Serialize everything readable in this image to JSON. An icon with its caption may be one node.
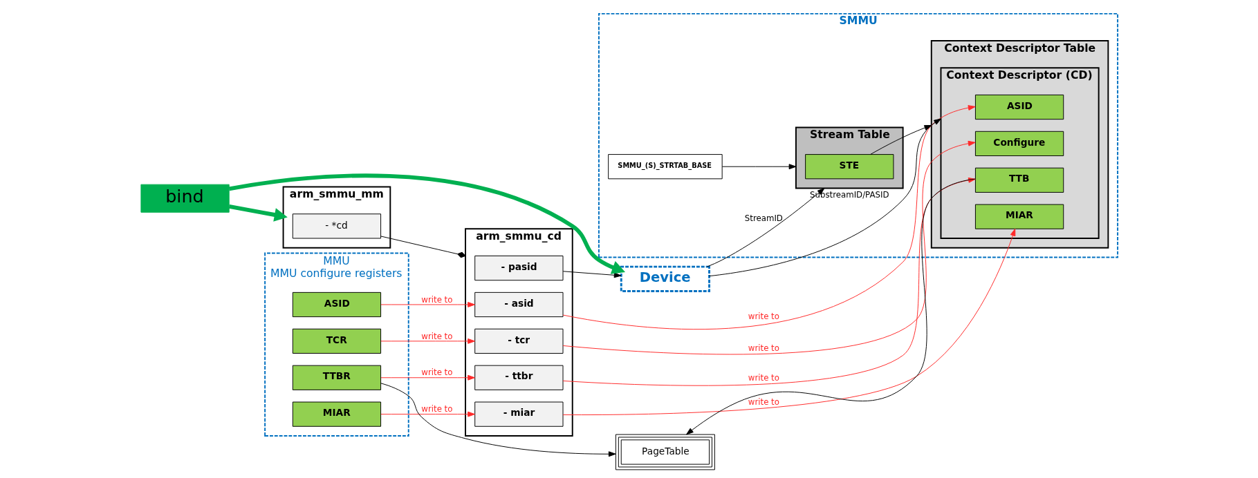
{
  "diagram": {
    "nodes": [
      {
        "text": [
          "arm_smmu_mm"
        ]
      },
      {
        "text": [
          "- *cd"
        ],
        "in": 0
      },
      {
        "text": [
          "arm_smmu_cd"
        ]
      },
      {
        "text": [
          "- pasid"
        ],
        "in": 2
      },
      {
        "text": [
          "- miar"
        ],
        "in": 2
      },
      {
        "text": [
          "- tcr"
        ],
        "in": 2
      },
      {
        "text": [
          "- asid"
        ],
        "in": 2
      },
      {
        "text": [
          "- ttbr"
        ],
        "in": 2
      },
      {
        "text": [
          "Device"
        ]
      },
      {
        "text": [
          "MMU",
          "MMU configure registers"
        ]
      },
      {
        "text": [
          "MIAR"
        ],
        "in": 9
      },
      {
        "text": [
          "TCR"
        ],
        "in": 9
      },
      {
        "text": [
          "ASID"
        ],
        "in": 9
      },
      {
        "text": [
          "TTBR"
        ],
        "in": 9
      },
      {
        "text": [
          "SMMU"
        ]
      },
      {
        "text": [
          "SMMU_(S)_STRTAB_BASE"
        ],
        "in": 14
      },
      {
        "text": [
          "Stream Table"
        ],
        "in": 14
      },
      {
        "text": [
          "STE"
        ],
        "in": 16
      },
      {
        "text": [
          "Context Descriptor Table"
        ],
        "in": 14
      },
      {
        "text": [
          "Context Descriptor (CD)"
        ],
        "in": 18
      },
      {
        "text": [
          "ASID"
        ],
        "in": 19
      },
      {
        "text": [
          "Configure"
        ],
        "in": 19
      },
      {
        "text": [
          "TTB"
        ],
        "in": 19
      },
      {
        "text": [
          "MIAR"
        ],
        "in": 19
      },
      {
        "text": [
          "PageTable"
        ]
      },
      {
        "text": [
          "bind"
        ]
      }
    ],
    "edges": [
      {
        "from": 25,
        "to": 0,
        "arrow": "to",
        "style": "thick",
        "color": "#00b050"
      },
      {
        "from": 25,
        "to": 8,
        "arrow": "to",
        "style": "thick",
        "color": "#00b050"
      },
      {
        "from": 1,
        "to": 2,
        "arrow": "other"
      },
      {
        "from": 3,
        "to": 8,
        "arrow": "to"
      },
      {
        "from": 10,
        "to": 4,
        "arrow": "to",
        "label": "write to",
        "color": "#ff2a2a"
      },
      {
        "from": 11,
        "to": 5,
        "arrow": "to",
        "label": "write to",
        "color": "#ff2a2a"
      },
      {
        "from": 12,
        "to": 6,
        "arrow": "to",
        "label": "write to",
        "color": "#ff2a2a"
      },
      {
        "from": 13,
        "to": 7,
        "arrow": "to",
        "label": "write to",
        "color": "#ff2a2a"
      },
      {
        "from": 4,
        "to": 23,
        "arrow": "to",
        "label": "write to",
        "color": "#ff2a2a"
      },
      {
        "from": 5,
        "to": 21,
        "arrow": "to",
        "label": "write to",
        "color": "#ff2a2a"
      },
      {
        "from": 6,
        "to": 20,
        "arrow": "to",
        "label": "write to",
        "color": "#ff2a2a"
      },
      {
        "from": 7,
        "to": 22,
        "arrow": "to",
        "label": "write to",
        "color": "#ff2a2a"
      },
      {
        "from": 8,
        "to": 16,
        "arrow": "to",
        "label": "StreamID"
      },
      {
        "from": 8,
        "to": 19,
        "arrow": "to",
        "label": "SubstreamID/PASID"
      },
      {
        "from": 15,
        "to": 16,
        "arrow": "to"
      },
      {
        "from": 17,
        "to": 18,
        "arrow": "to"
      },
      {
        "from": 13,
        "to": 24,
        "arrow": "to"
      },
      {
        "from": 22,
        "to": 24,
        "arrow": "to"
      }
    ]
  }
}
